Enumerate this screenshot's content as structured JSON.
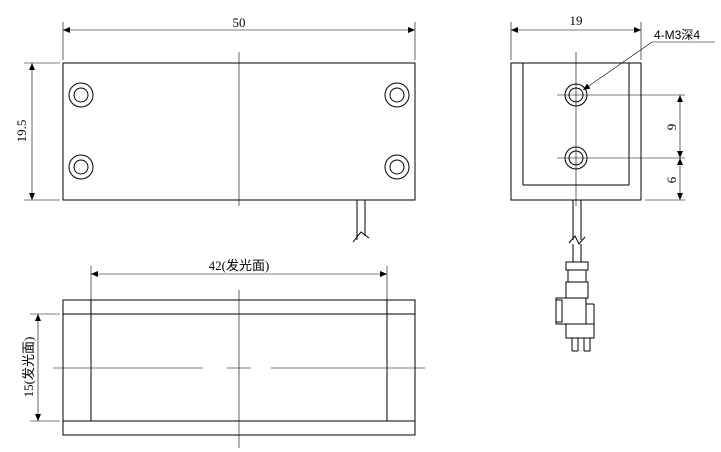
{
  "drawing": {
    "front_view": {
      "width_dim": "50",
      "height_dim": "19.5"
    },
    "side_view": {
      "width_dim": "19",
      "hole_callout": "4-M3深4",
      "hole_spacing_dim": "9",
      "edge_offset_dim": "6"
    },
    "bottom_view": {
      "emit_width_dim": "42(发光面)",
      "emit_height_dim": "15(发光面)"
    }
  }
}
